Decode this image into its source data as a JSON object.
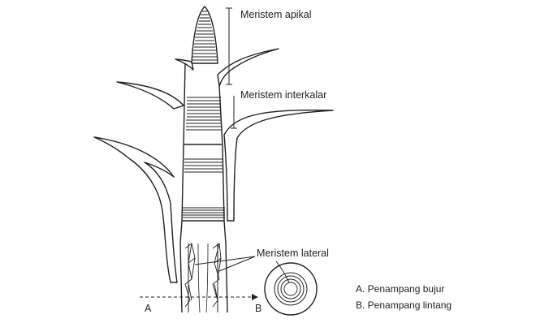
{
  "labels": {
    "apical": "Meristem apikal",
    "intercalary": "Meristem interkalar",
    "lateral": "Meristem lateral",
    "a": "A",
    "b": "B"
  },
  "legend": {
    "a": "A. Penampang bujur",
    "b": "B. Penampang lintang"
  }
}
